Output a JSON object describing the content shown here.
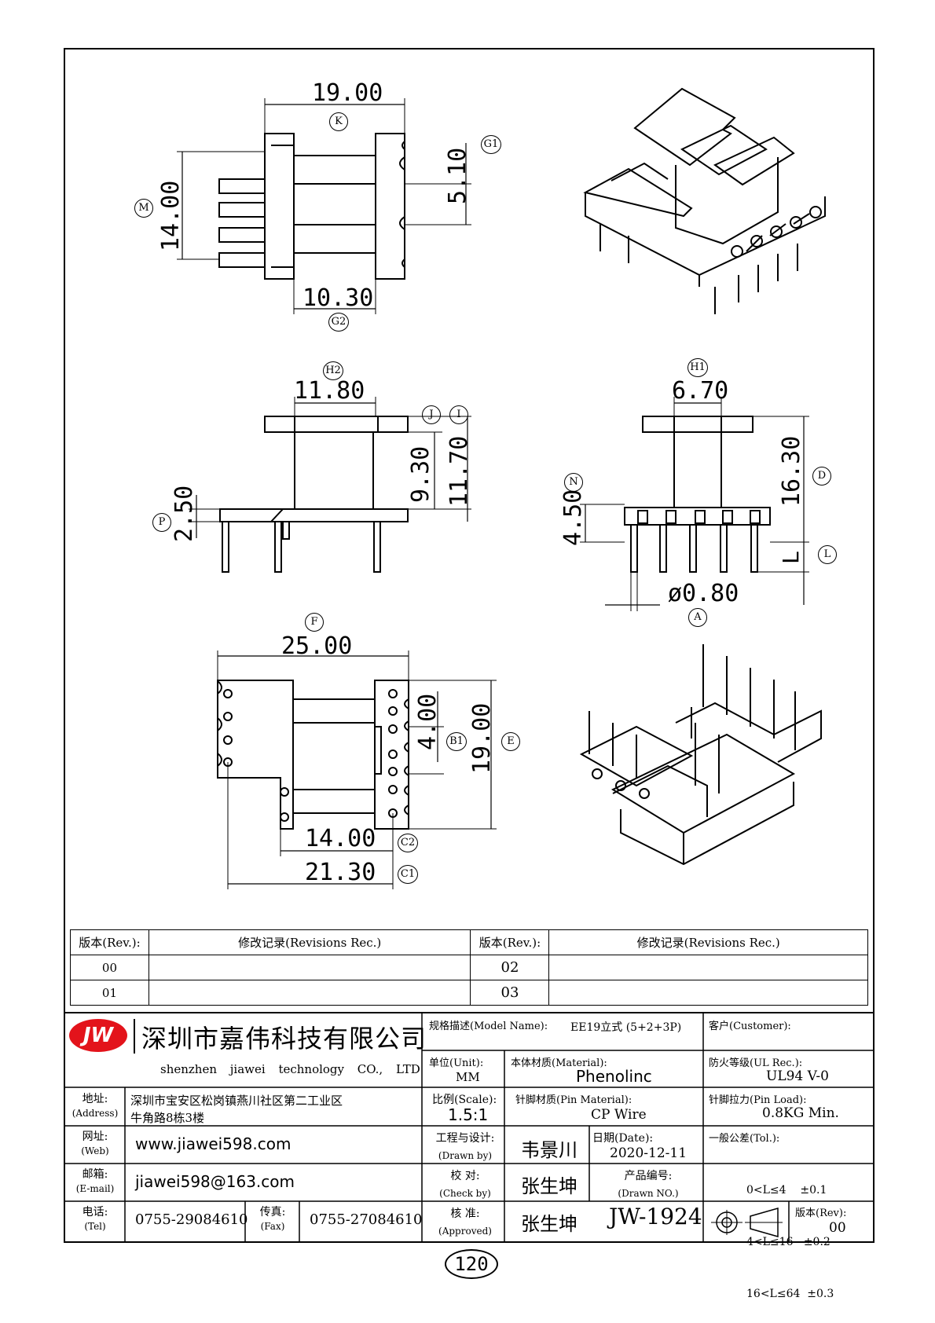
{
  "dims": {
    "k": "19.00",
    "g1": "5.10",
    "m": "14.00",
    "g2": "10.30",
    "h2": "11.80",
    "j_label": "J",
    "i_label": "I",
    "p": "2.50",
    "j": "9.30",
    "i": "11.70",
    "h1": "6.70",
    "d": "16.30",
    "n": "4.50",
    "l": "L",
    "a": "ø0.80",
    "f": "25.00",
    "b1": "4.00",
    "e": "19.00",
    "c2": "14.00",
    "c1": "21.30"
  },
  "labels": {
    "k": "K",
    "g1": "G1",
    "m": "M",
    "g2": "G2",
    "h2": "H2",
    "j": "J",
    "i": "I",
    "p": "P",
    "h1": "H1",
    "n": "N",
    "d": "D",
    "l": "L",
    "a": "A",
    "f": "F",
    "b1": "B1",
    "e": "E",
    "c2": "C2",
    "c1": "C1"
  },
  "revisions": {
    "rev_header": "版本(Rev.):",
    "rec_header": "修改记录(Revisions Rec.)",
    "rows": [
      {
        "left": "00",
        "right": "02"
      },
      {
        "left": "01",
        "right": "03"
      }
    ]
  },
  "company": {
    "logo": "JW",
    "name_cn": "深圳市嘉伟科技有限公司",
    "name_en": "shenzhen jiawei technology CO., LTD",
    "address_label": "地址:",
    "address_label_en": "(Address)",
    "address_line1": "深圳市宝安区松岗镇燕川社区第二工业区",
    "address_line2": "牛角路8栋3楼",
    "web_label": "网址:",
    "web_label_en": "(Web)",
    "web": "www.jiawei598.com",
    "email_label": "邮箱:",
    "email_label_en": "(E-mail)",
    "email": "jiawei598@163.com",
    "tel_label": "电话:",
    "tel_label_en": "(Tel)",
    "tel": "0755-29084610",
    "fax_label": "传真:",
    "fax_label_en": "(Fax)",
    "fax": "0755-27084610"
  },
  "spec": {
    "model_label": "规格描述(Model Name):",
    "model": "EE19立式 (5+2+3P)",
    "customer_label": "客户(Customer):",
    "unit_label": "单位(Unit):",
    "unit": "MM",
    "material_label": "本体材质(Material):",
    "material": "Phenolinc",
    "ul_label": "防火等级(UL Rec.):",
    "ul": "UL94 V-0",
    "scale_label": "比例(Scale):",
    "scale": "1.5:1",
    "pin_material_label": "针脚材质(Pin Material):",
    "pin_material": "CP Wire",
    "pin_load_label": "针脚拉力(Pin Load):",
    "pin_load": "0.8KG Min.",
    "drawn_label": "工程与设计:",
    "drawn_label_en": "(Drawn by)",
    "drawn": "韦景川",
    "date_label": "日期(Date):",
    "date": "2020-12-11",
    "check_label": "校  对:",
    "check_label_en": "(Check by)",
    "check": "张生坤",
    "drawing_no_label": "产品编号:",
    "drawing_no_label_en": "(Drawn NO.)",
    "approve_label": "核  准:",
    "approve_label_en": "(Approved)",
    "approve": "张生坤",
    "drawing_no": "JW-1924",
    "tol_label": "一般公差(Tol.):",
    "tol1": "0<L≤4    ±0.1",
    "tol2": "4<L≤16   ±0.2",
    "tol3": "16<L≤64  ±0.3",
    "rev_label": "版本(Rev):",
    "rev": "00"
  },
  "page_number": "120"
}
